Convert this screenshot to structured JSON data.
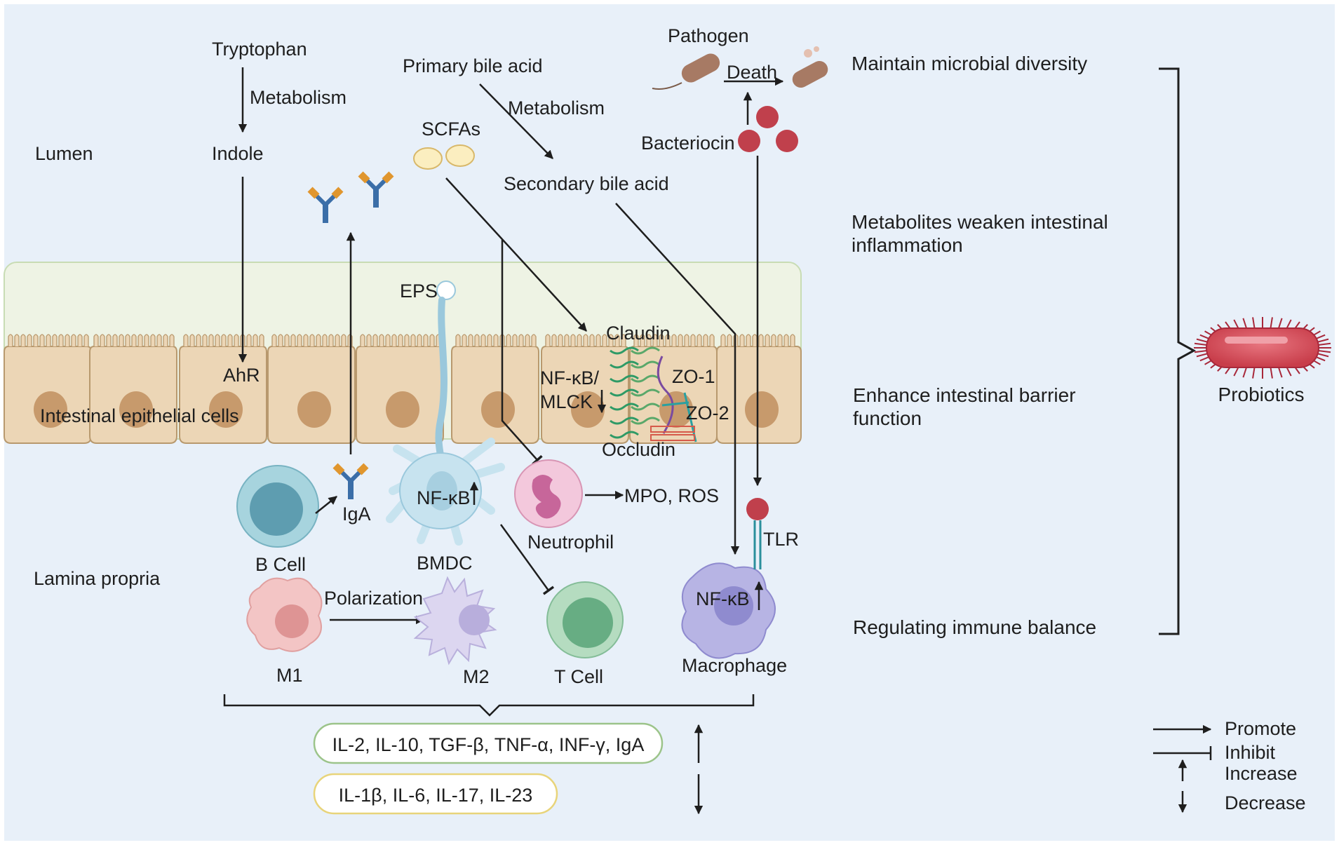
{
  "colors": {
    "background": "#e8f0f9",
    "mucus": "#eef3e4",
    "cell_fill": "#ecd6b6",
    "nucleus": "#c79a6c",
    "bile": "#b84a52",
    "probiotic": "#d45560",
    "arrow": "#1e1e1e",
    "cytokine_up_border": "#9cc48a",
    "cytokine_down_border": "#e8d47a"
  },
  "regions": {
    "lumen": "Lumen",
    "epithelium": "Intestinal epithelial cells",
    "lamina_propria": "Lamina propria"
  },
  "molecules": {
    "tryptophan": "Tryptophan",
    "metabolism_1": "Metabolism",
    "indole": "Indole",
    "ahr": "AhR",
    "primary_bile_acid": "Primary bile acid",
    "metabolism_2": "Metabolism",
    "secondary_bile_acid": "Secondary bile acid",
    "scfas": "SCFAs",
    "pathogen": "Pathogen",
    "death": "Death",
    "bacteriocin": "Bacteriocin",
    "eps": "EPS",
    "claudin": "Claudin",
    "zo1": "ZO-1",
    "zo2": "ZO-2",
    "occludin": "Occludin",
    "nfkb_mlck_1": "NF-κB/",
    "nfkb_mlck_2": "MLCK",
    "nfkb_bmdc": "NF-κB",
    "nfkb_mac": "NF-κB",
    "mpo_ros": "MPO, ROS",
    "tlr": "TLR",
    "iga": "IgA",
    "polarization": "Polarization"
  },
  "cells": {
    "b_cell": "B Cell",
    "bmdc": "BMDC",
    "neutrophil": "Neutrophil",
    "m1": "M1",
    "m2": "M2",
    "t_cell": "T Cell",
    "macrophage": "Macrophage"
  },
  "cytokines": {
    "increased": "IL-2, IL-10, TGF-β, TNF-α, INF-γ, IgA",
    "decreased": "IL-1β, IL-6, IL-17, IL-23"
  },
  "effects": [
    "Maintain microbial diversity",
    "Metabolites weaken intestinal",
    "inflammation",
    "Enhance intestinal barrier",
    "function",
    "Regulating immune balance"
  ],
  "probiotics": "Probiotics",
  "legend": {
    "promote": "Promote",
    "inhibit": "Inhibit",
    "increase": "Increase",
    "decrease": "Decrease"
  }
}
